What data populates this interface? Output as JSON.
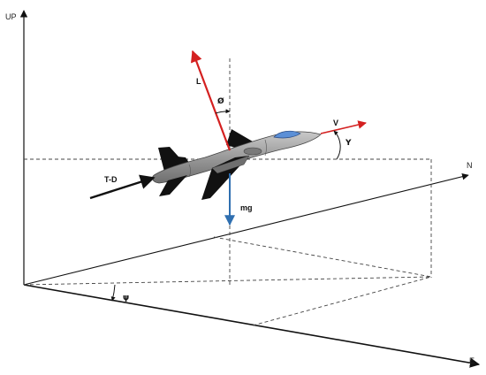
{
  "axes": {
    "up": "UP",
    "north": "N",
    "east": "E"
  },
  "forces": {
    "lift": "L",
    "velocity": "V",
    "thrust_drag": "T-D",
    "weight": "mg"
  },
  "angles": {
    "bank": "Ø",
    "flight_path": "Υ",
    "heading": "ψ"
  },
  "colors": {
    "lift_arrow": "#d42020",
    "velocity_arrow": "#d42020",
    "weight_arrow": "#2f6fb0",
    "axis_lines": "#111111",
    "dashed_lines": "#444444",
    "aircraft_body": "#8c8c8c",
    "aircraft_dark": "#111111",
    "canopy": "#5b8fd6"
  }
}
